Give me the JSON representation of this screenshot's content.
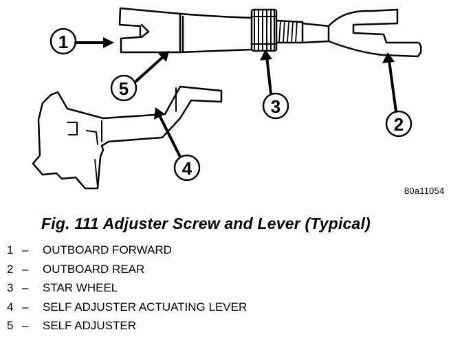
{
  "figure": {
    "callouts": [
      "1",
      "2",
      "3",
      "4",
      "5"
    ],
    "reference_code": "80a11054"
  },
  "caption": "Fig. 111 Adjuster Screw and Lever (Typical)",
  "legend": [
    {
      "num": "1",
      "sep": "–",
      "label": "OUTBOARD FORWARD"
    },
    {
      "num": "2",
      "sep": "–",
      "label": "OUTBOARD REAR"
    },
    {
      "num": "3",
      "sep": "–",
      "label": "STAR WHEEL"
    },
    {
      "num": "4",
      "sep": "–",
      "label": "SELF ADJUSTER ACTUATING LEVER"
    },
    {
      "num": "5",
      "sep": "–",
      "label": "SELF ADJUSTER"
    }
  ]
}
